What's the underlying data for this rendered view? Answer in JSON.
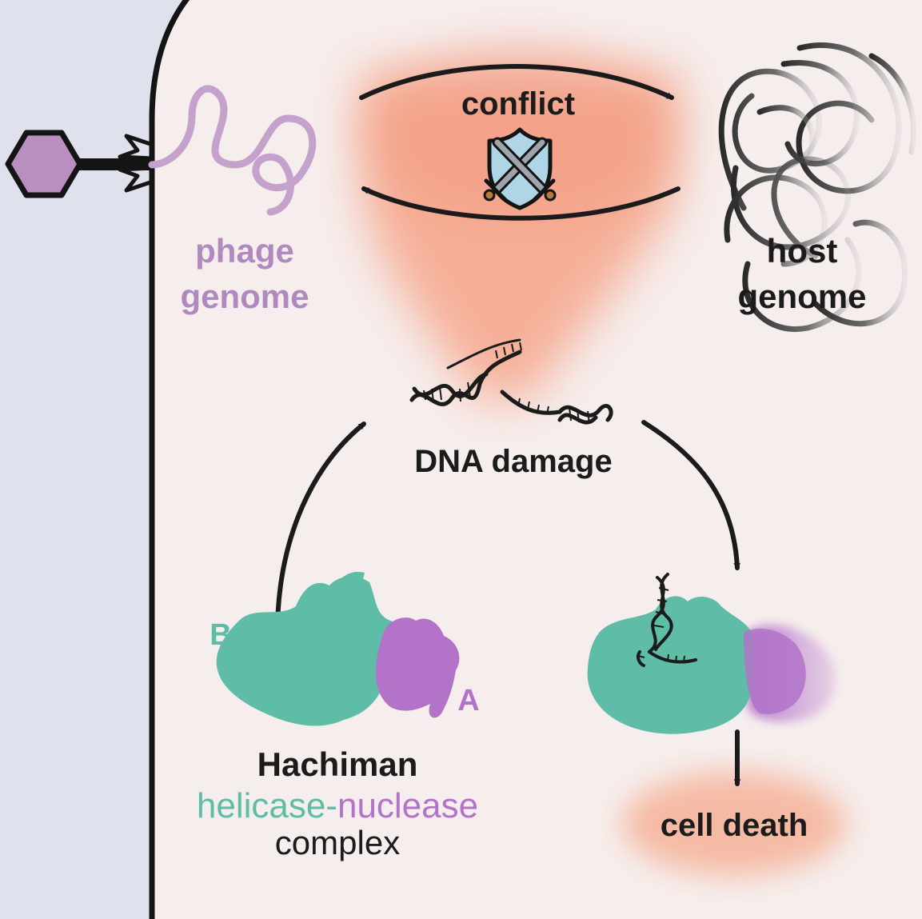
{
  "labels": {
    "conflict": "conflict",
    "phage_genome_line1": "phage",
    "phage_genome_line2": "genome",
    "host_genome_line1": "host",
    "host_genome_line2": "genome",
    "dna_damage": "DNA damage",
    "subunit_b": "B",
    "subunit_a": "A",
    "hachiman": "Hachiman",
    "helicase": "helicase-",
    "nuclease": "nuclease",
    "complex": "complex",
    "cell_death": "cell death"
  },
  "colors": {
    "outside_background": "#dfe2ec",
    "cell_interior": "#f6eeed",
    "conflict_glow": "#f6a98e",
    "phage_purple": "#b98fc0",
    "hachiman_teal": "#5ebca7",
    "hachiman_purple": "#b273c9",
    "label_purple": "#b08abf",
    "dark": "#1b1b1b",
    "shield_blue": "#aed6e6",
    "sword_grey": "#9ea4aa",
    "hilt_brown": "#b77a3c"
  },
  "icons": {
    "phage": "phage-capsid-icon",
    "conflict": "shield-crossed-swords-icon",
    "dna": "dna-helix-icon"
  }
}
